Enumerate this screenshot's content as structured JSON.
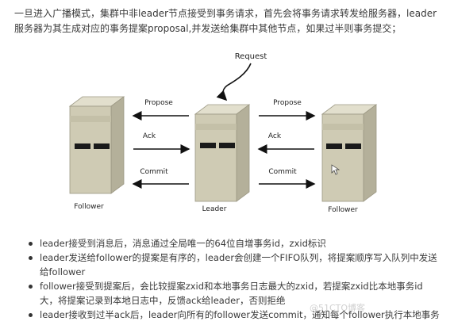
{
  "intro": "一旦进入广播模式，集群中非leader节点接受到事务请求，首先会将事务请求转发给服务器，leader服务器为其生成对应的事务提案proposal,并发送给集群中其他节点，如果过半则事务提交；",
  "diagram": {
    "request_label": "Request",
    "arrows": {
      "propose": "Propose",
      "ack": "Ack",
      "commit": "Commit"
    },
    "servers": {
      "left": "Follower",
      "center": "Leader",
      "right": "Follower"
    }
  },
  "bullets": [
    "leader接受到消息后，消息通过全局唯一的64位自增事务id，zxid标识",
    "leader发送给follower的提案是有序的，leader会创建一个FIFO队列，将提案顺序写入队列中发送给follower",
    "follower接受到提案后，会比较提案zxid和本地事务日志最大的zxid，若提案zxid比本地事务id大，将提案记录到本地日志中，反馈ack给leader，否则拒绝",
    "leader接收到过半ack后，leader向所有的follower发送commit，通知每个follower执行本地事务"
  ],
  "watermark": "@51CTO博客",
  "colors": {
    "server_face": "#cfcbb4",
    "server_side": "#b4b09a",
    "server_top": "#e2dfcd",
    "slot": "#1a1a1a"
  }
}
